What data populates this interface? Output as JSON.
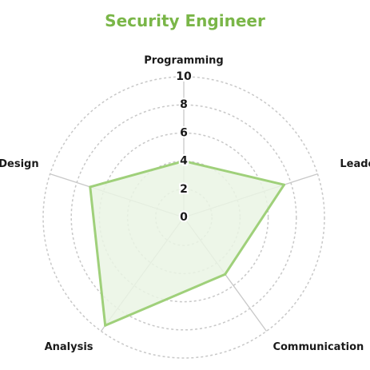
{
  "chart_data": {
    "type": "radar",
    "title": "Security Engineer",
    "axes": [
      "Programming",
      "Leadership",
      "Communication",
      "Analysis",
      "Design"
    ],
    "values": [
      4,
      7.5,
      5,
      9.5,
      7
    ],
    "rlim": [
      0,
      10
    ],
    "ticks": [
      0,
      2,
      4,
      6,
      8,
      10
    ],
    "grid": true,
    "colors": {
      "title": "#7ab648",
      "stroke": "#9fd07a",
      "fill": "#eaf5e4",
      "grid": "#c8c8c8",
      "spoke": "#c8c8c8"
    }
  }
}
